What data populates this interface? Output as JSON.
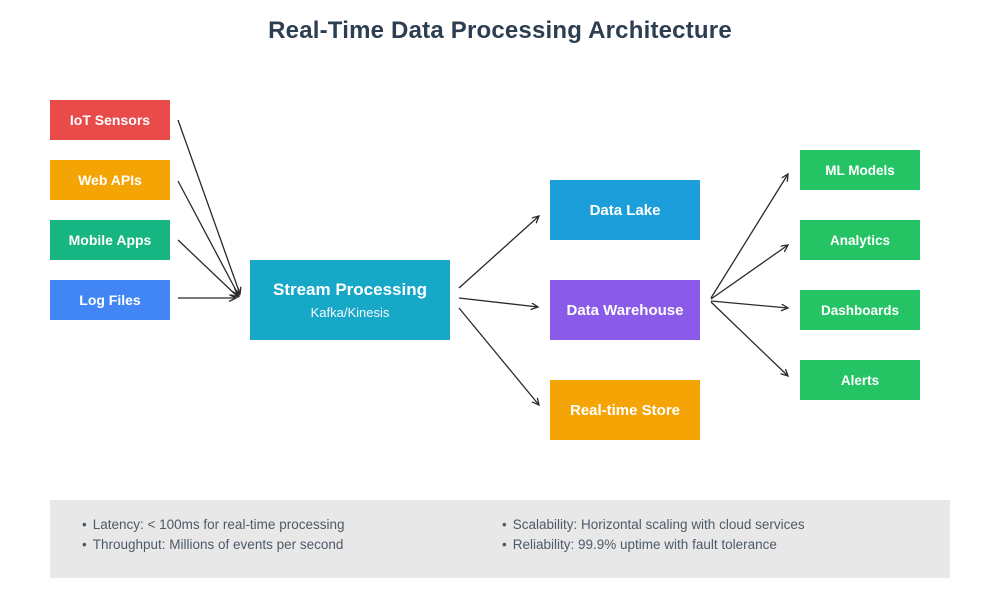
{
  "title": "Real-Time Data Processing Architecture",
  "colors": {
    "title_text": "#2c3e50",
    "panel_bg": "#e8e8e8",
    "note_text": "#4e5a68",
    "arrow": "#2a2a2a"
  },
  "sources": [
    {
      "label": "IoT Sensors",
      "color": "#e94b4b"
    },
    {
      "label": "Web APIs",
      "color": "#f5a406"
    },
    {
      "label": "Mobile Apps",
      "color": "#17b582"
    },
    {
      "label": "Log Files",
      "color": "#4285f4"
    }
  ],
  "processing": {
    "label": "Stream Processing",
    "sublabel": "Kafka/Kinesis",
    "color": "#17a8c8"
  },
  "stores": [
    {
      "label": "Data Lake",
      "color": "#1c9edb"
    },
    {
      "label": "Data Warehouse",
      "color": "#8a5be8"
    },
    {
      "label": "Real-time Store",
      "color": "#f5a406"
    }
  ],
  "outputs": [
    {
      "label": "ML Models",
      "color": "#24c364"
    },
    {
      "label": "Analytics",
      "color": "#24c364"
    },
    {
      "label": "Dashboards",
      "color": "#24c364"
    },
    {
      "label": "Alerts",
      "color": "#24c364"
    }
  ],
  "notes": {
    "bullet": "•",
    "left": [
      "Latency: < 100ms for real-time processing",
      "Throughput: Millions of events per second"
    ],
    "right": [
      "Scalability: Horizontal scaling with cloud services",
      "Reliability: 99.9% uptime with fault tolerance"
    ]
  }
}
